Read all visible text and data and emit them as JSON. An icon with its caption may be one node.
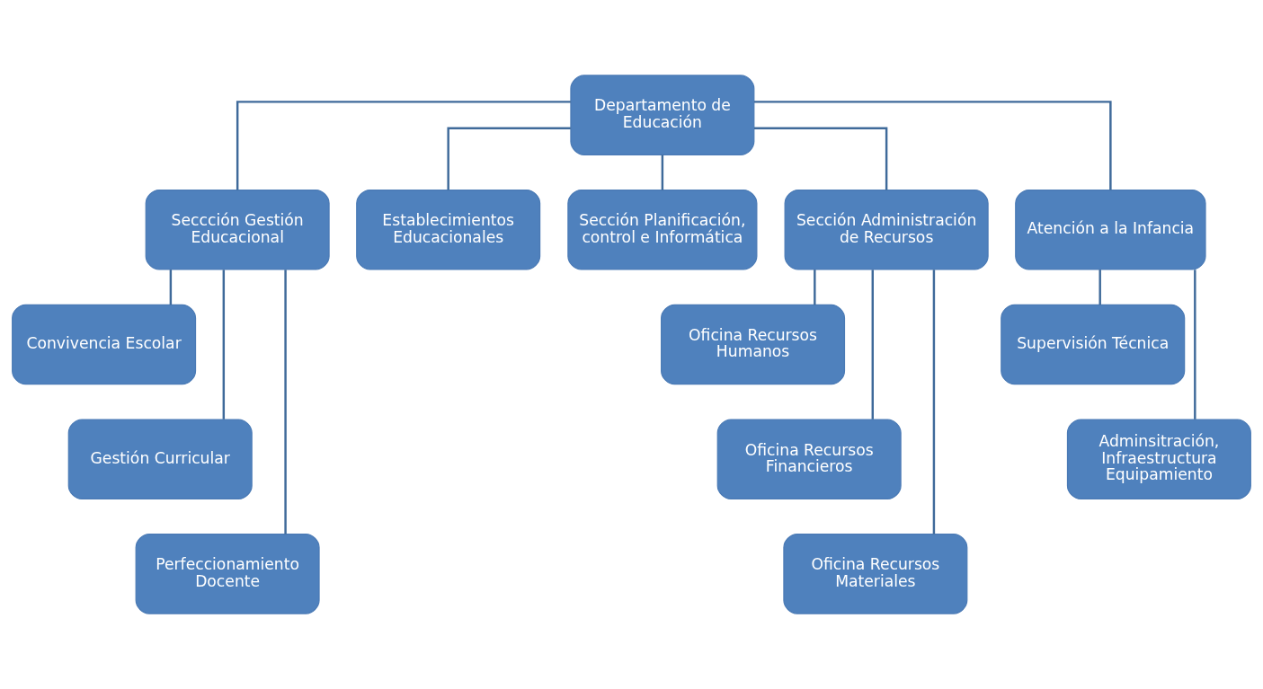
{
  "diagram": {
    "nodes": [
      {
        "text": [
          "Departamento de Educación"
        ]
      },
      {
        "text": [
          "Seccción Gestión Educacional"
        ]
      },
      {
        "text": [
          "Establecimientos Educacionales"
        ]
      },
      {
        "text": [
          "Sección Planificación, control e Informática"
        ]
      },
      {
        "text": [
          "Sección Administración de Recursos"
        ]
      },
      {
        "text": [
          "Atención a la Infancia"
        ]
      },
      {
        "text": [
          "Convivencia Escolar"
        ]
      },
      {
        "text": [
          "Gestión Curricular"
        ]
      },
      {
        "text": [
          "Perfeccionamiento Docente"
        ]
      },
      {
        "text": [
          "Oficina Recursos Humanos"
        ]
      },
      {
        "text": [
          "Oficina Recursos Financieros"
        ]
      },
      {
        "text": [
          "Oficina Recursos Materiales"
        ]
      },
      {
        "text": [
          "Supervisión Técnica"
        ]
      },
      {
        "text": [
          "Adminsitración, Infraestructura Equipamiento"
        ]
      }
    ],
    "edges": [
      {
        "from": 0,
        "to": 1,
        "arrow": "none"
      },
      {
        "from": 0,
        "to": 2,
        "arrow": "none"
      },
      {
        "from": 0,
        "to": 3,
        "arrow": "none"
      },
      {
        "from": 0,
        "to": 4,
        "arrow": "none"
      },
      {
        "from": 0,
        "to": 5,
        "arrow": "none"
      },
      {
        "from": 1,
        "to": 6,
        "arrow": "none"
      },
      {
        "from": 1,
        "to": 7,
        "arrow": "none"
      },
      {
        "from": 1,
        "to": 8,
        "arrow": "none"
      },
      {
        "from": 4,
        "to": 9,
        "arrow": "none"
      },
      {
        "from": 4,
        "to": 10,
        "arrow": "none"
      },
      {
        "from": 4,
        "to": 11,
        "arrow": "none"
      },
      {
        "from": 5,
        "to": 12,
        "arrow": "none"
      },
      {
        "from": 5,
        "to": 13,
        "arrow": "none"
      }
    ]
  }
}
